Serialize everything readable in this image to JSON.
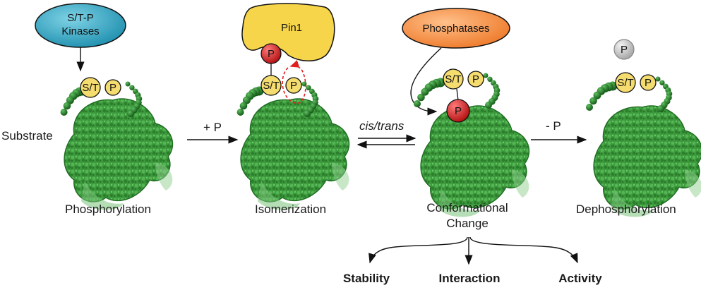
{
  "enzymes": {
    "kinase": "S/T-P\nKinases",
    "pin1": "Pin1",
    "phosphatase": "Phosphatases"
  },
  "motif": {
    "serine_threonine": "S/T",
    "proline": "P",
    "phosphate": "P"
  },
  "labels": {
    "substrate": "Substrate",
    "phosphorylation": "Phosphorylation",
    "isomerization": "Isomerization",
    "conformational": "Conformational",
    "change": "Change",
    "dephosphorylation": "Dephosphorylation"
  },
  "arrows": {
    "add_phosphate": "+ P",
    "cis_trans": "cis/trans",
    "remove_phosphate": "- P"
  },
  "outcomes": [
    "Stability",
    "Interaction",
    "Activity"
  ],
  "colors": {
    "kinase": "#2aa6c4",
    "pin1": "#f7d54a",
    "phosphatase": "#f28b3c",
    "motif_circle": "#f5dc6e",
    "phosphate": "#d42a2a",
    "released_phosphate": "#c8c8c8",
    "protein": "#3a9a3a",
    "protein_dark": "#1f6e22"
  }
}
